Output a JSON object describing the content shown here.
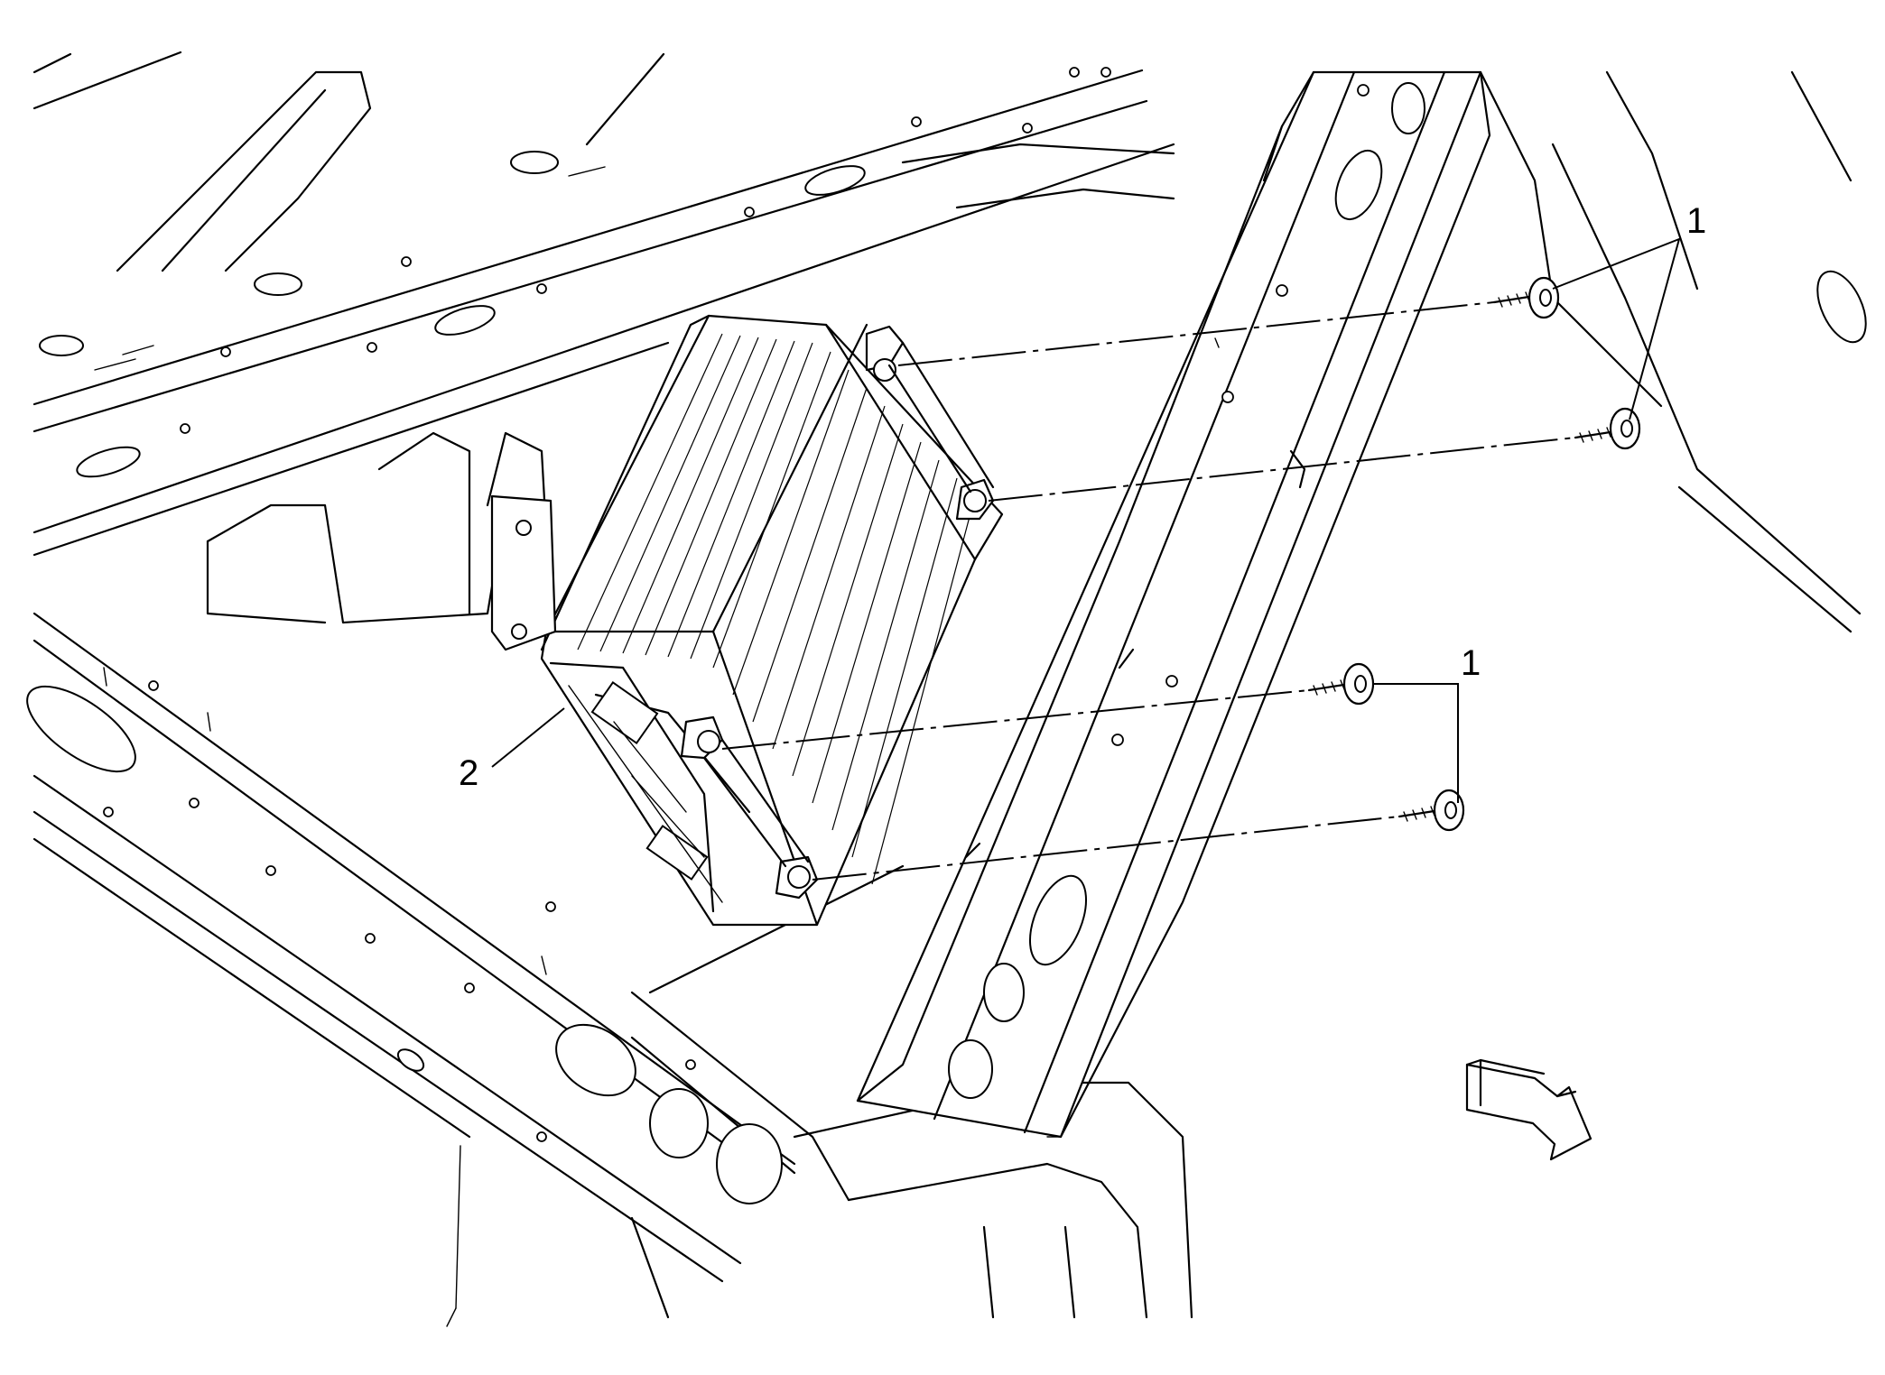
{
  "callouts": {
    "fastener_upper": "1",
    "fastener_lower": "1",
    "amplifier": "2"
  },
  "colors": {
    "line": "#000000",
    "background": "#ffffff"
  },
  "icons": {
    "direction_arrow": "forward-direction-arrow-icon"
  }
}
